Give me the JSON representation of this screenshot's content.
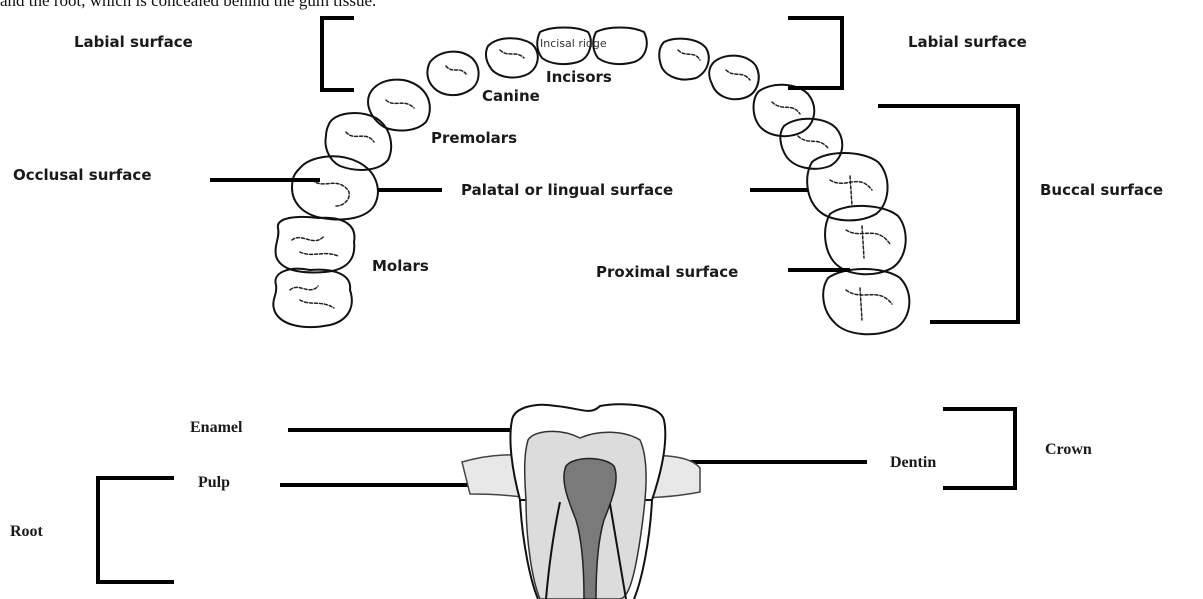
{
  "caption": "and the root, which is concealed behind the gum tissue.",
  "arch_labels": {
    "labial_left": "Labial surface",
    "labial_right": "Labial surface",
    "incisal_ridge": "Incisal ridge",
    "incisors": "Incisors",
    "canine": "Canine",
    "premolars": "Premolars",
    "occlusal": "Occlusal surface",
    "palatal": "Palatal or lingual surface",
    "molars": "Molars",
    "buccal": "Buccal surface",
    "proximal": "Proximal surface"
  },
  "tooth_labels": {
    "enamel": "Enamel",
    "pulp": "Pulp",
    "root": "Root",
    "dentin": "Dentin",
    "crown": "Crown"
  }
}
